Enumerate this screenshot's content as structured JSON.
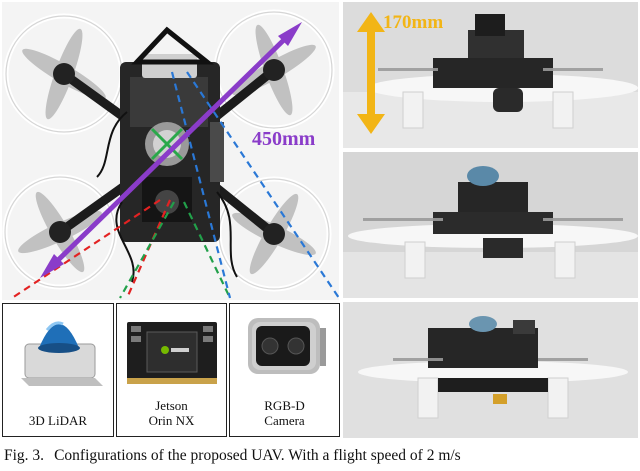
{
  "figure": {
    "main_photo": {
      "dimension_label": "450mm",
      "dimension_color": "#8a3cc9"
    },
    "side_photo_top": {
      "dimension_label": "170mm",
      "dimension_color": "#f2b516"
    },
    "sensors": [
      {
        "label": "3D LiDAR"
      },
      {
        "label": "Jetson\nOrin NX"
      },
      {
        "label": "RGB-D\nCamera"
      }
    ],
    "callout_colors": {
      "lidar": "#e32222",
      "jetson": "#22a04a",
      "camera": "#2a78d6"
    }
  },
  "caption": {
    "label": "Fig. 3.",
    "text": "Configurations of the proposed UAV. With a flight speed of 2 m/s"
  }
}
